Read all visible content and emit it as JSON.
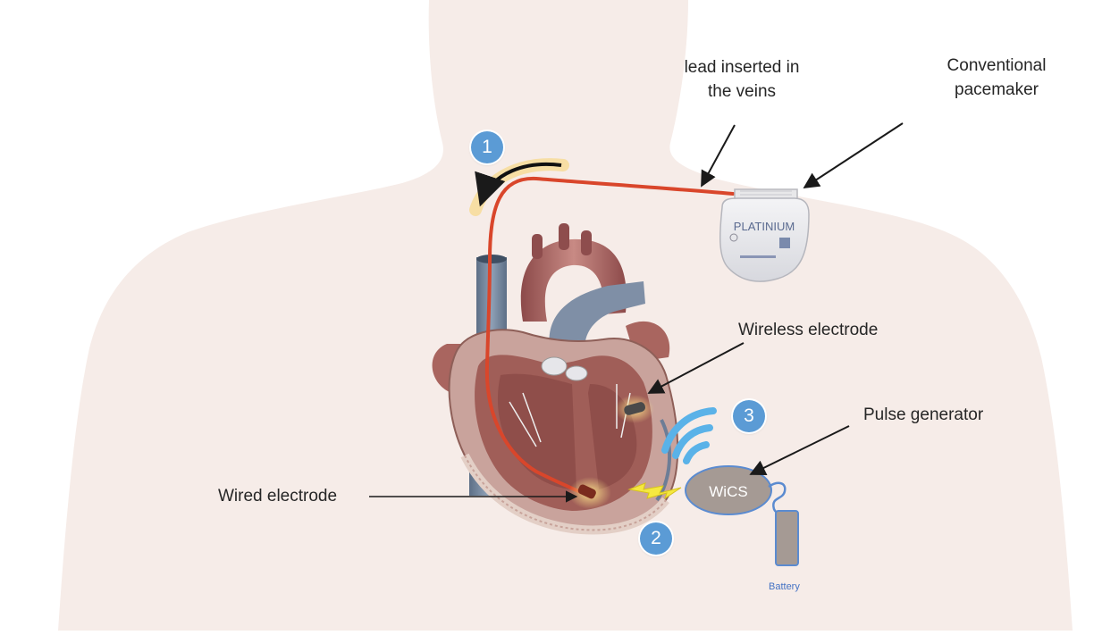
{
  "labels": {
    "lead": "lead inserted in\nthe veins",
    "pacemaker": "Conventional\npacemaker",
    "wireless": "Wireless electrode",
    "pulse": "Pulse generator",
    "wired": "Wired electrode",
    "battery": "Battery"
  },
  "device": {
    "brand": "PLATINIUM",
    "wics": "WiCS"
  },
  "badges": [
    "1",
    "2",
    "3"
  ],
  "colors": {
    "lead_wire": "#d9462b",
    "badge": "#5b9bd5",
    "wifi": "#5ab2e8",
    "generator_fill": "#a59a94",
    "generator_stroke": "#5b8bd0",
    "battery_fill": "#a59a94",
    "spark": "#f5e840",
    "glow": "#f7d36b",
    "body_silhouette": "#f6ece8"
  }
}
